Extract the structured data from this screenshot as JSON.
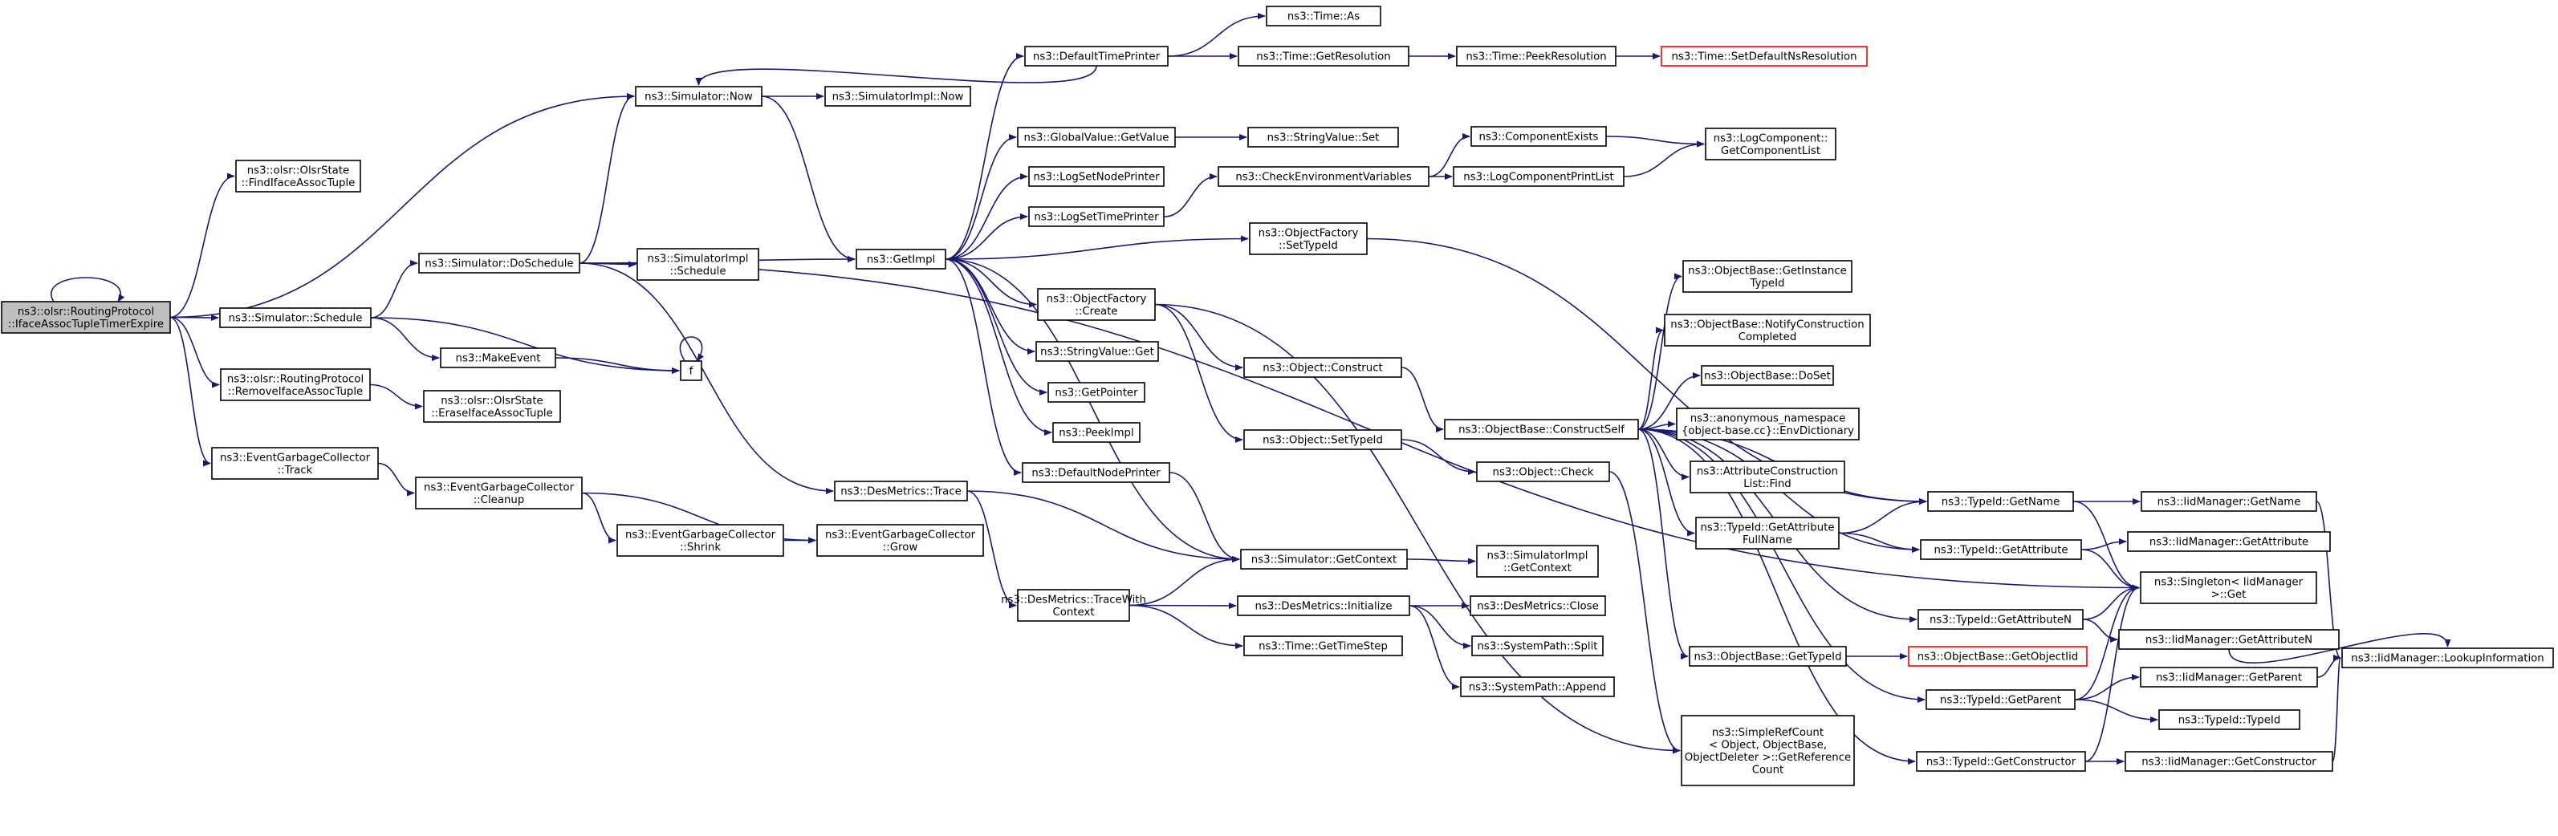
{
  "diagram": {
    "type": "call-graph",
    "root": "root",
    "colors": {
      "edge": "#191970",
      "node_border": "#000000",
      "root_fill": "#bfbfbf",
      "truncated_border": "#ff0000"
    },
    "nodes": [
      {
        "id": "root",
        "lines": [
          "ns3::olsr::RoutingProtocol",
          "::IfaceAssocTupleTimerExpire"
        ],
        "style": "root"
      },
      {
        "id": "findIfaceAssoc",
        "lines": [
          "ns3::olsr::OlsrState",
          "::FindIfaceAssocTuple"
        ]
      },
      {
        "id": "simNow",
        "lines": [
          "ns3::Simulator::Now"
        ]
      },
      {
        "id": "simSchedule",
        "lines": [
          "ns3::Simulator::Schedule"
        ]
      },
      {
        "id": "removeIfaceAssoc",
        "lines": [
          "ns3::olsr::RoutingProtocol",
          "::RemoveIfaceAssocTuple"
        ]
      },
      {
        "id": "egcTrack",
        "lines": [
          "ns3::EventGarbageCollector",
          "::Track"
        ]
      },
      {
        "id": "simDoSchedule",
        "lines": [
          "ns3::Simulator::DoSchedule"
        ]
      },
      {
        "id": "makeEvent",
        "lines": [
          "ns3::MakeEvent"
        ]
      },
      {
        "id": "f",
        "lines": [
          "f"
        ]
      },
      {
        "id": "eraseIfaceAssoc",
        "lines": [
          "ns3::olsr::OlsrState",
          "::EraseIfaceAssocTuple"
        ]
      },
      {
        "id": "egcCleanup",
        "lines": [
          "ns3::EventGarbageCollector",
          "::Cleanup"
        ]
      },
      {
        "id": "simImplNow",
        "lines": [
          "ns3::SimulatorImpl::Now"
        ]
      },
      {
        "id": "simImplSchedule",
        "lines": [
          "ns3::SimulatorImpl",
          "::Schedule"
        ]
      },
      {
        "id": "egcShrink",
        "lines": [
          "ns3::EventGarbageCollector",
          "::Shrink"
        ]
      },
      {
        "id": "egcGrow",
        "lines": [
          "ns3::EventGarbageCollector",
          "::Grow"
        ]
      },
      {
        "id": "desTrace",
        "lines": [
          "ns3::DesMetrics::Trace"
        ]
      },
      {
        "id": "getImpl",
        "lines": [
          "ns3::GetImpl"
        ]
      },
      {
        "id": "desTraceWith",
        "lines": [
          "ns3::DesMetrics::TraceWith",
          "Context"
        ]
      },
      {
        "id": "defaultTimePrinter",
        "lines": [
          "ns3::DefaultTimePrinter"
        ]
      },
      {
        "id": "globalGetValue",
        "lines": [
          "ns3::GlobalValue::GetValue"
        ]
      },
      {
        "id": "logSetNodePrinter",
        "lines": [
          "ns3::LogSetNodePrinter"
        ]
      },
      {
        "id": "logSetTimePrinter",
        "lines": [
          "ns3::LogSetTimePrinter"
        ]
      },
      {
        "id": "objFactoryCreate",
        "lines": [
          "ns3::ObjectFactory",
          "::Create"
        ]
      },
      {
        "id": "stringValueGet",
        "lines": [
          "ns3::StringValue::Get"
        ]
      },
      {
        "id": "getPointer",
        "lines": [
          "ns3::GetPointer"
        ]
      },
      {
        "id": "peekImpl",
        "lines": [
          "ns3::PeekImpl"
        ]
      },
      {
        "id": "defaultNodePrinter",
        "lines": [
          "ns3::DefaultNodePrinter"
        ]
      },
      {
        "id": "simGetContext",
        "lines": [
          "ns3::Simulator::GetContext"
        ]
      },
      {
        "id": "desInitialize",
        "lines": [
          "ns3::DesMetrics::Initialize"
        ]
      },
      {
        "id": "timeGetTimeStep",
        "lines": [
          "ns3::Time::GetTimeStep"
        ]
      },
      {
        "id": "timeAs",
        "lines": [
          "ns3::Time::As"
        ]
      },
      {
        "id": "timeGetResolution",
        "lines": [
          "ns3::Time::GetResolution"
        ]
      },
      {
        "id": "stringValueSet",
        "lines": [
          "ns3::StringValue::Set"
        ]
      },
      {
        "id": "checkEnvVars",
        "lines": [
          "ns3::CheckEnvironmentVariables"
        ]
      },
      {
        "id": "objFactorySetTypeId",
        "lines": [
          "ns3::ObjectFactory",
          "::SetTypeId"
        ]
      },
      {
        "id": "objectConstruct",
        "lines": [
          "ns3::Object::Construct"
        ]
      },
      {
        "id": "objectSetTypeId",
        "lines": [
          "ns3::Object::SetTypeId"
        ]
      },
      {
        "id": "simImplGetContext",
        "lines": [
          "ns3::SimulatorImpl",
          "::GetContext"
        ]
      },
      {
        "id": "desClose",
        "lines": [
          "ns3::DesMetrics::Close"
        ]
      },
      {
        "id": "sysPathSplit",
        "lines": [
          "ns3::SystemPath::Split"
        ]
      },
      {
        "id": "sysPathAppend",
        "lines": [
          "ns3::SystemPath::Append"
        ]
      },
      {
        "id": "timePeekResolution",
        "lines": [
          "ns3::Time::PeekResolution"
        ]
      },
      {
        "id": "timeSetDefaultNsRes",
        "lines": [
          "ns3::Time::SetDefaultNsResolution"
        ],
        "style": "truncated"
      },
      {
        "id": "componentExists",
        "lines": [
          "ns3::ComponentExists"
        ]
      },
      {
        "id": "logComponentPrintList",
        "lines": [
          "ns3::LogComponentPrintList"
        ]
      },
      {
        "id": "logCompGetList",
        "lines": [
          "ns3::LogComponent::",
          "GetComponentList"
        ]
      },
      {
        "id": "objBaseConstructSelf",
        "lines": [
          "ns3::ObjectBase::ConstructSelf"
        ]
      },
      {
        "id": "objectCheck",
        "lines": [
          "ns3::Object::Check"
        ]
      },
      {
        "id": "objBaseGetInstanceTypeId",
        "lines": [
          "ns3::ObjectBase::GetInstance",
          "TypeId"
        ]
      },
      {
        "id": "objBaseNotifyConstruction",
        "lines": [
          "ns3::ObjectBase::NotifyConstruction",
          "Completed"
        ]
      },
      {
        "id": "objBaseDoSet",
        "lines": [
          "ns3::ObjectBase::DoSet"
        ]
      },
      {
        "id": "envDictionary",
        "lines": [
          "ns3::anonymous_namespace",
          "{object-base.cc}::EnvDictionary"
        ]
      },
      {
        "id": "attrConstructionFind",
        "lines": [
          "ns3::AttributeConstruction",
          "List::Find"
        ]
      },
      {
        "id": "typeIdGetAttrFullName",
        "lines": [
          "ns3::TypeId::GetAttribute",
          "FullName"
        ]
      },
      {
        "id": "objBaseGetTypeId",
        "lines": [
          "ns3::ObjectBase::GetTypeId"
        ]
      },
      {
        "id": "objBaseGetObjectIid",
        "lines": [
          "ns3::ObjectBase::GetObjectIid"
        ],
        "style": "truncated"
      },
      {
        "id": "simpleRefCount",
        "lines": [
          "ns3::SimpleRefCount",
          "< Object, ObjectBase,",
          "ObjectDeleter >::GetReference",
          "Count"
        ]
      },
      {
        "id": "typeIdGetName",
        "lines": [
          "ns3::TypeId::GetName"
        ]
      },
      {
        "id": "typeIdGetAttribute",
        "lines": [
          "ns3::TypeId::GetAttribute"
        ]
      },
      {
        "id": "typeIdGetAttributeN",
        "lines": [
          "ns3::TypeId::GetAttributeN"
        ]
      },
      {
        "id": "typeIdGetParent",
        "lines": [
          "ns3::TypeId::GetParent"
        ]
      },
      {
        "id": "typeIdGetConstructor",
        "lines": [
          "ns3::TypeId::GetConstructor"
        ]
      },
      {
        "id": "iidGetName",
        "lines": [
          "ns3::IidManager::GetName"
        ]
      },
      {
        "id": "iidGetAttribute",
        "lines": [
          "ns3::IidManager::GetAttribute"
        ]
      },
      {
        "id": "singletonGet",
        "lines": [
          "ns3::Singleton< IidManager",
          ">::Get"
        ]
      },
      {
        "id": "iidGetAttributeN",
        "lines": [
          "ns3::IidManager::GetAttributeN"
        ]
      },
      {
        "id": "iidGetParent",
        "lines": [
          "ns3::IidManager::GetParent"
        ]
      },
      {
        "id": "typeIdTypeId",
        "lines": [
          "ns3::TypeId::TypeId"
        ]
      },
      {
        "id": "iidGetConstructor",
        "lines": [
          "ns3::IidManager::GetConstructor"
        ]
      },
      {
        "id": "iidLookupInformation",
        "lines": [
          "ns3::IidManager::LookupInformation"
        ]
      }
    ],
    "edges": [
      [
        "root",
        "root"
      ],
      [
        "root",
        "findIfaceAssoc"
      ],
      [
        "root",
        "simNow"
      ],
      [
        "root",
        "simSchedule"
      ],
      [
        "root",
        "removeIfaceAssoc"
      ],
      [
        "root",
        "egcTrack"
      ],
      [
        "simSchedule",
        "simDoSchedule"
      ],
      [
        "simSchedule",
        "makeEvent"
      ],
      [
        "simSchedule",
        "f"
      ],
      [
        "makeEvent",
        "f"
      ],
      [
        "f",
        "f"
      ],
      [
        "removeIfaceAssoc",
        "eraseIfaceAssoc"
      ],
      [
        "egcTrack",
        "egcCleanup"
      ],
      [
        "simDoSchedule",
        "simNow"
      ],
      [
        "simDoSchedule",
        "getImpl"
      ],
      [
        "simDoSchedule",
        "simImplSchedule"
      ],
      [
        "simDoSchedule",
        "desTrace"
      ],
      [
        "simDoSchedule",
        "singletonGet"
      ],
      [
        "simNow",
        "simImplNow"
      ],
      [
        "simNow",
        "getImpl"
      ],
      [
        "egcCleanup",
        "egcShrink"
      ],
      [
        "egcCleanup",
        "egcGrow"
      ],
      [
        "egcShrink",
        "egcGrow"
      ],
      [
        "desTrace",
        "desTraceWith"
      ],
      [
        "desTrace",
        "simGetContext"
      ],
      [
        "desTraceWith",
        "simGetContext"
      ],
      [
        "desTraceWith",
        "desInitialize"
      ],
      [
        "desTraceWith",
        "timeGetTimeStep"
      ],
      [
        "getImpl",
        "defaultTimePrinter"
      ],
      [
        "getImpl",
        "globalGetValue"
      ],
      [
        "getImpl",
        "logSetNodePrinter"
      ],
      [
        "getImpl",
        "logSetTimePrinter"
      ],
      [
        "getImpl",
        "objFactorySetTypeId"
      ],
      [
        "getImpl",
        "objFactoryCreate"
      ],
      [
        "getImpl",
        "stringValueGet"
      ],
      [
        "getImpl",
        "getPointer"
      ],
      [
        "getImpl",
        "peekImpl"
      ],
      [
        "getImpl",
        "defaultNodePrinter"
      ],
      [
        "getImpl",
        "simGetContext"
      ],
      [
        "defaultTimePrinter",
        "simNow"
      ],
      [
        "defaultTimePrinter",
        "timeAs"
      ],
      [
        "defaultTimePrinter",
        "timeGetResolution"
      ],
      [
        "timeGetResolution",
        "timePeekResolution"
      ],
      [
        "timePeekResolution",
        "timeSetDefaultNsRes"
      ],
      [
        "globalGetValue",
        "stringValueSet"
      ],
      [
        "logSetTimePrinter",
        "checkEnvVars"
      ],
      [
        "checkEnvVars",
        "componentExists"
      ],
      [
        "checkEnvVars",
        "logComponentPrintList"
      ],
      [
        "componentExists",
        "logCompGetList"
      ],
      [
        "logComponentPrintList",
        "logCompGetList"
      ],
      [
        "objFactorySetTypeId",
        "typeIdGetName"
      ],
      [
        "objFactoryCreate",
        "objectConstruct"
      ],
      [
        "objFactoryCreate",
        "objectSetTypeId"
      ],
      [
        "objFactoryCreate",
        "simpleRefCount"
      ],
      [
        "objectConstruct",
        "objBaseConstructSelf"
      ],
      [
        "objectSetTypeId",
        "objectCheck"
      ],
      [
        "objectCheck",
        "simpleRefCount"
      ],
      [
        "defaultNodePrinter",
        "simGetContext"
      ],
      [
        "simGetContext",
        "simImplGetContext"
      ],
      [
        "desInitialize",
        "desClose"
      ],
      [
        "desInitialize",
        "sysPathSplit"
      ],
      [
        "desInitialize",
        "sysPathAppend"
      ],
      [
        "objBaseConstructSelf",
        "objBaseGetInstanceTypeId"
      ],
      [
        "objBaseConstructSelf",
        "objBaseNotifyConstruction"
      ],
      [
        "objBaseConstructSelf",
        "objBaseDoSet"
      ],
      [
        "objBaseConstructSelf",
        "envDictionary"
      ],
      [
        "objBaseConstructSelf",
        "attrConstructionFind"
      ],
      [
        "objBaseConstructSelf",
        "typeIdGetAttrFullName"
      ],
      [
        "objBaseConstructSelf",
        "objBaseGetTypeId"
      ],
      [
        "objBaseConstructSelf",
        "typeIdGetName"
      ],
      [
        "objBaseConstructSelf",
        "typeIdGetAttribute"
      ],
      [
        "objBaseConstructSelf",
        "typeIdGetAttributeN"
      ],
      [
        "objBaseConstructSelf",
        "typeIdGetParent"
      ],
      [
        "objBaseConstructSelf",
        "typeIdGetConstructor"
      ],
      [
        "typeIdGetAttrFullName",
        "typeIdGetName"
      ],
      [
        "typeIdGetAttrFullName",
        "typeIdGetAttribute"
      ],
      [
        "objBaseGetTypeId",
        "objBaseGetObjectIid"
      ],
      [
        "typeIdGetName",
        "iidGetName"
      ],
      [
        "typeIdGetName",
        "singletonGet"
      ],
      [
        "typeIdGetAttribute",
        "iidGetAttribute"
      ],
      [
        "typeIdGetAttribute",
        "singletonGet"
      ],
      [
        "typeIdGetAttributeN",
        "singletonGet"
      ],
      [
        "typeIdGetAttributeN",
        "iidGetAttributeN"
      ],
      [
        "typeIdGetParent",
        "singletonGet"
      ],
      [
        "typeIdGetParent",
        "iidGetParent"
      ],
      [
        "typeIdGetParent",
        "typeIdTypeId"
      ],
      [
        "typeIdGetConstructor",
        "singletonGet"
      ],
      [
        "typeIdGetConstructor",
        "iidGetConstructor"
      ],
      [
        "iidGetName",
        "iidLookupInformation"
      ],
      [
        "iidGetAttributeN",
        "iidLookupInformation"
      ],
      [
        "iidGetParent",
        "iidLookupInformation"
      ],
      [
        "iidGetConstructor",
        "iidLookupInformation"
      ]
    ]
  }
}
